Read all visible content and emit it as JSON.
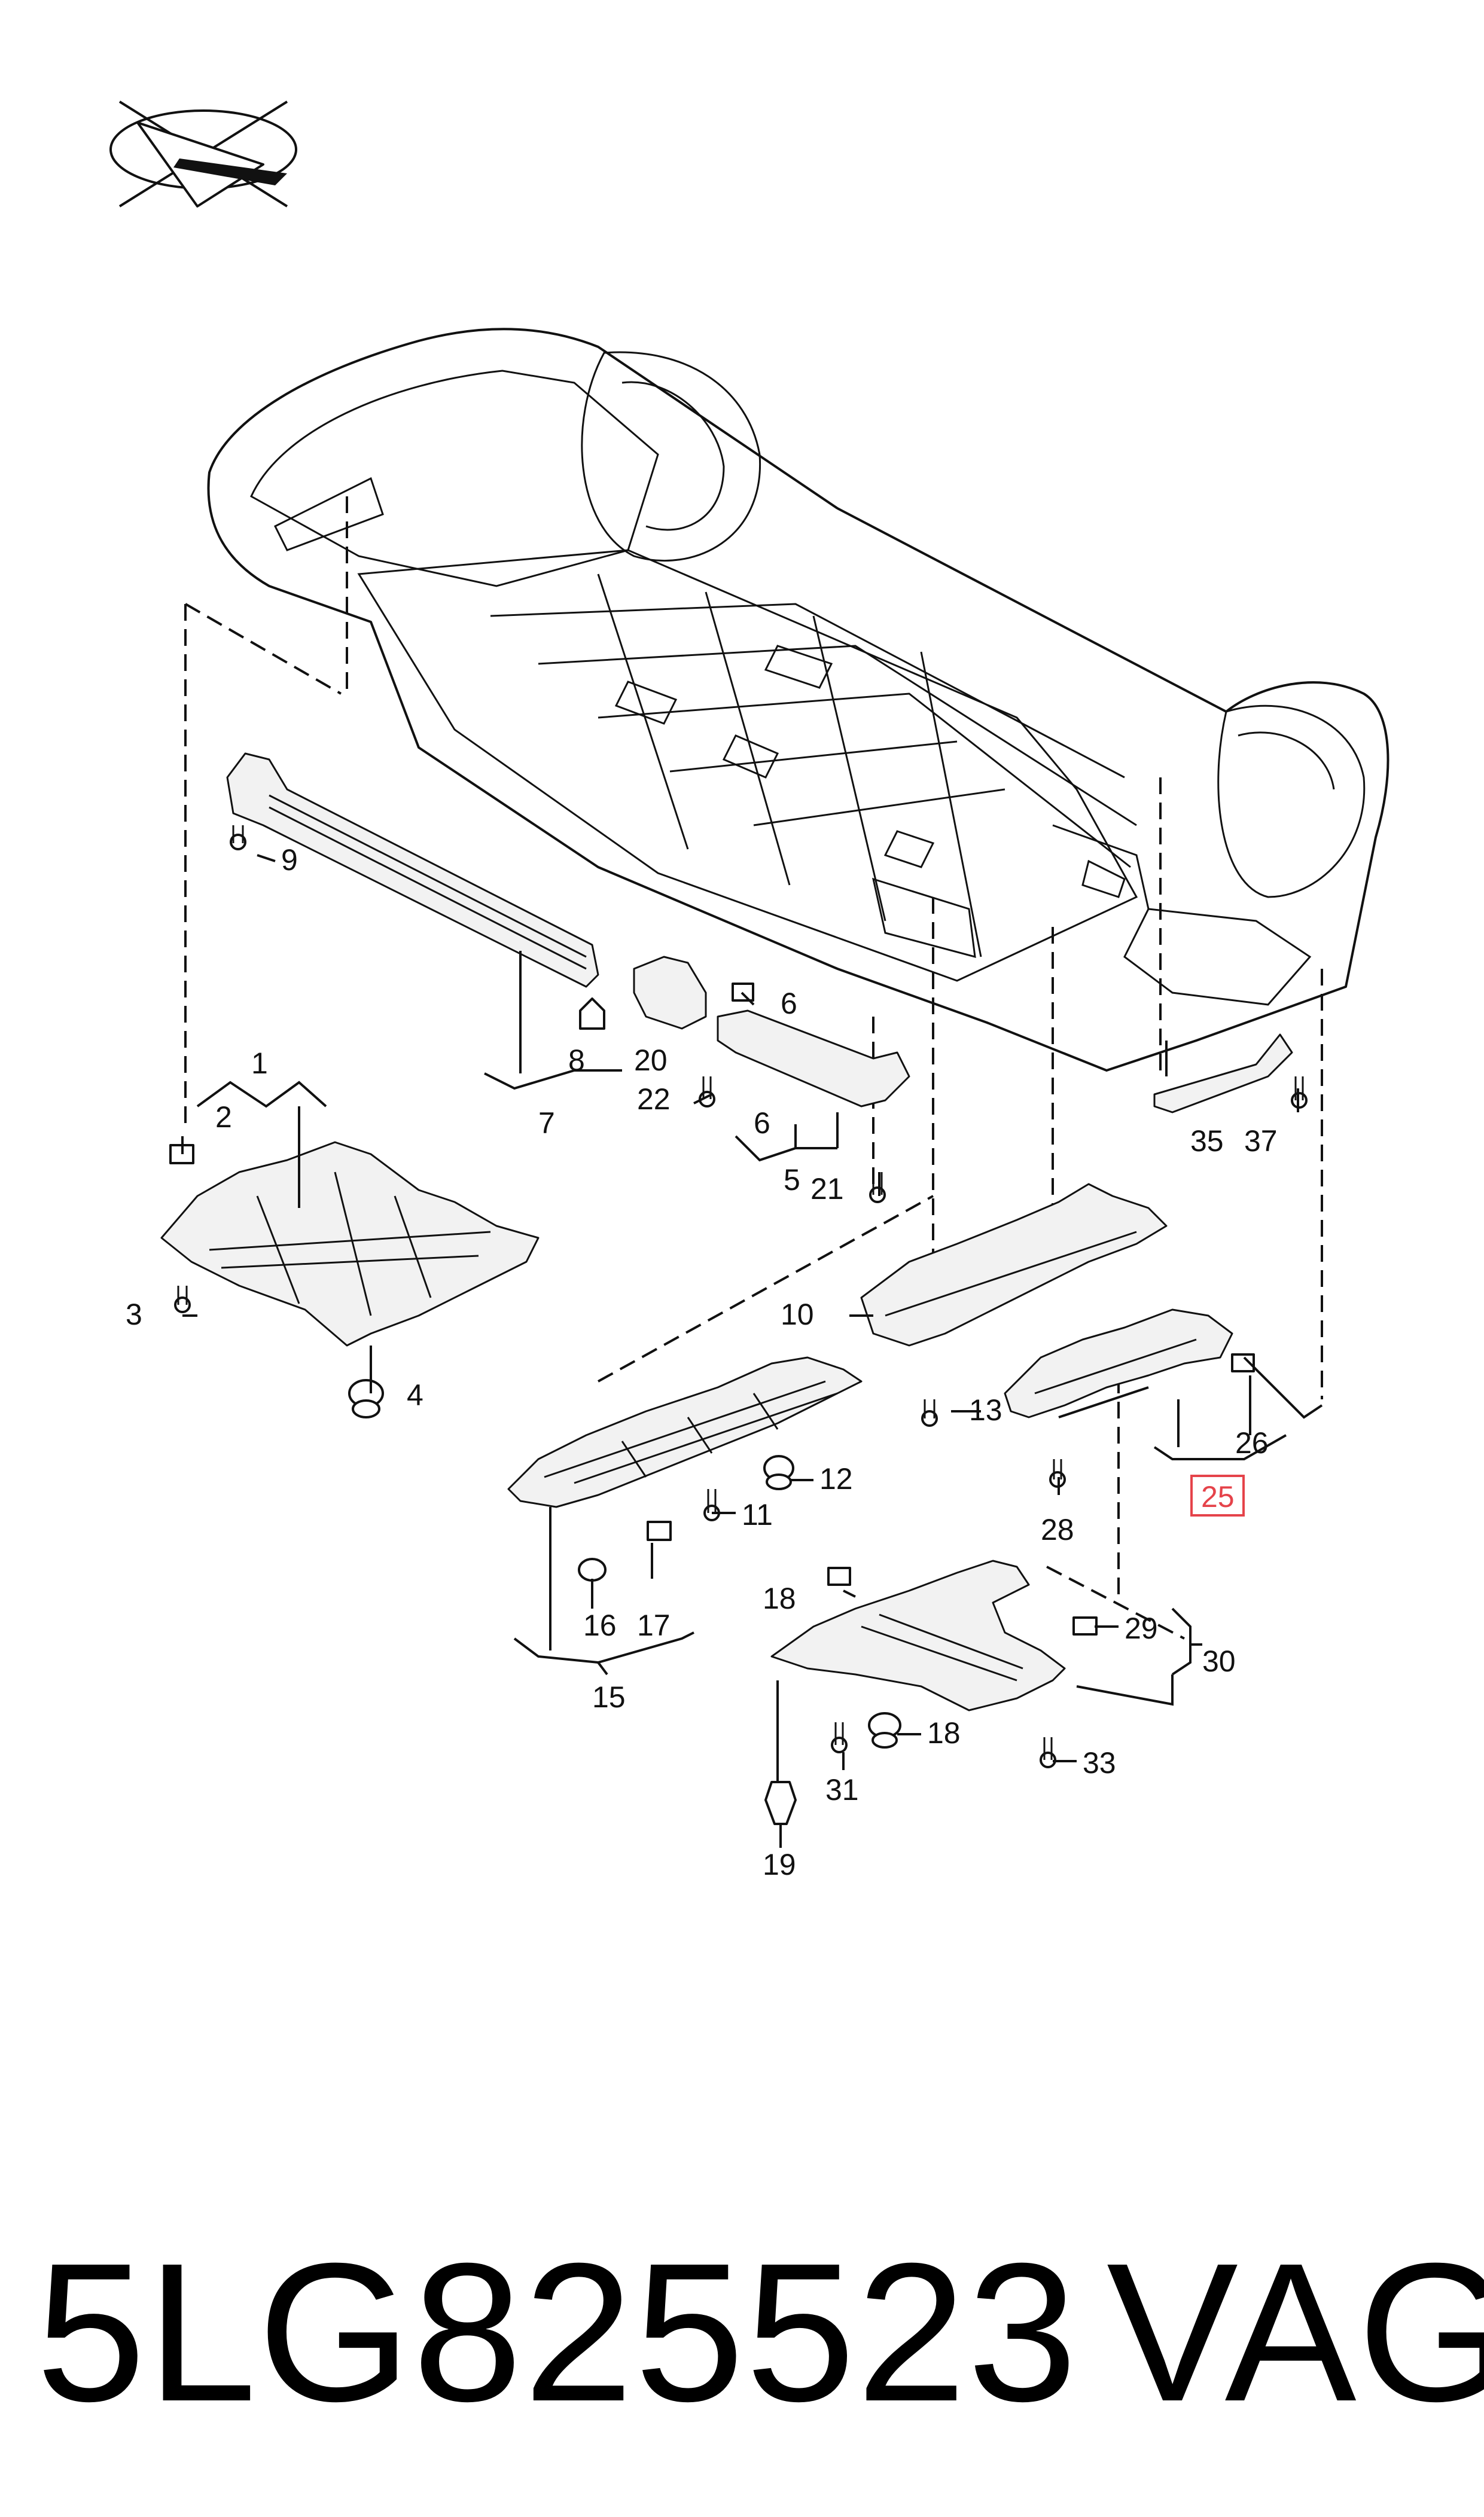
{
  "callouts": {
    "c1": "1",
    "c2": "2",
    "c3": "3",
    "c4": "4",
    "c5": "5",
    "c6a": "6",
    "c6b": "6",
    "c7": "7",
    "c8": "8",
    "c9": "9",
    "c10": "10",
    "c11": "11",
    "c12": "12",
    "c13": "13",
    "c15": "15",
    "c16": "16",
    "c17": "17",
    "c18a": "18",
    "c18b": "18",
    "c19": "19",
    "c20": "20",
    "c21": "21",
    "c22": "22",
    "c25": "25",
    "c26": "26",
    "c28": "28",
    "c29": "29",
    "c30": "30",
    "c31": "31",
    "c33": "33",
    "c35": "35",
    "c37": "37"
  },
  "highlight_color": "#e5434a",
  "footer": {
    "part_number": "5LG825523",
    "brand": "VAG"
  }
}
